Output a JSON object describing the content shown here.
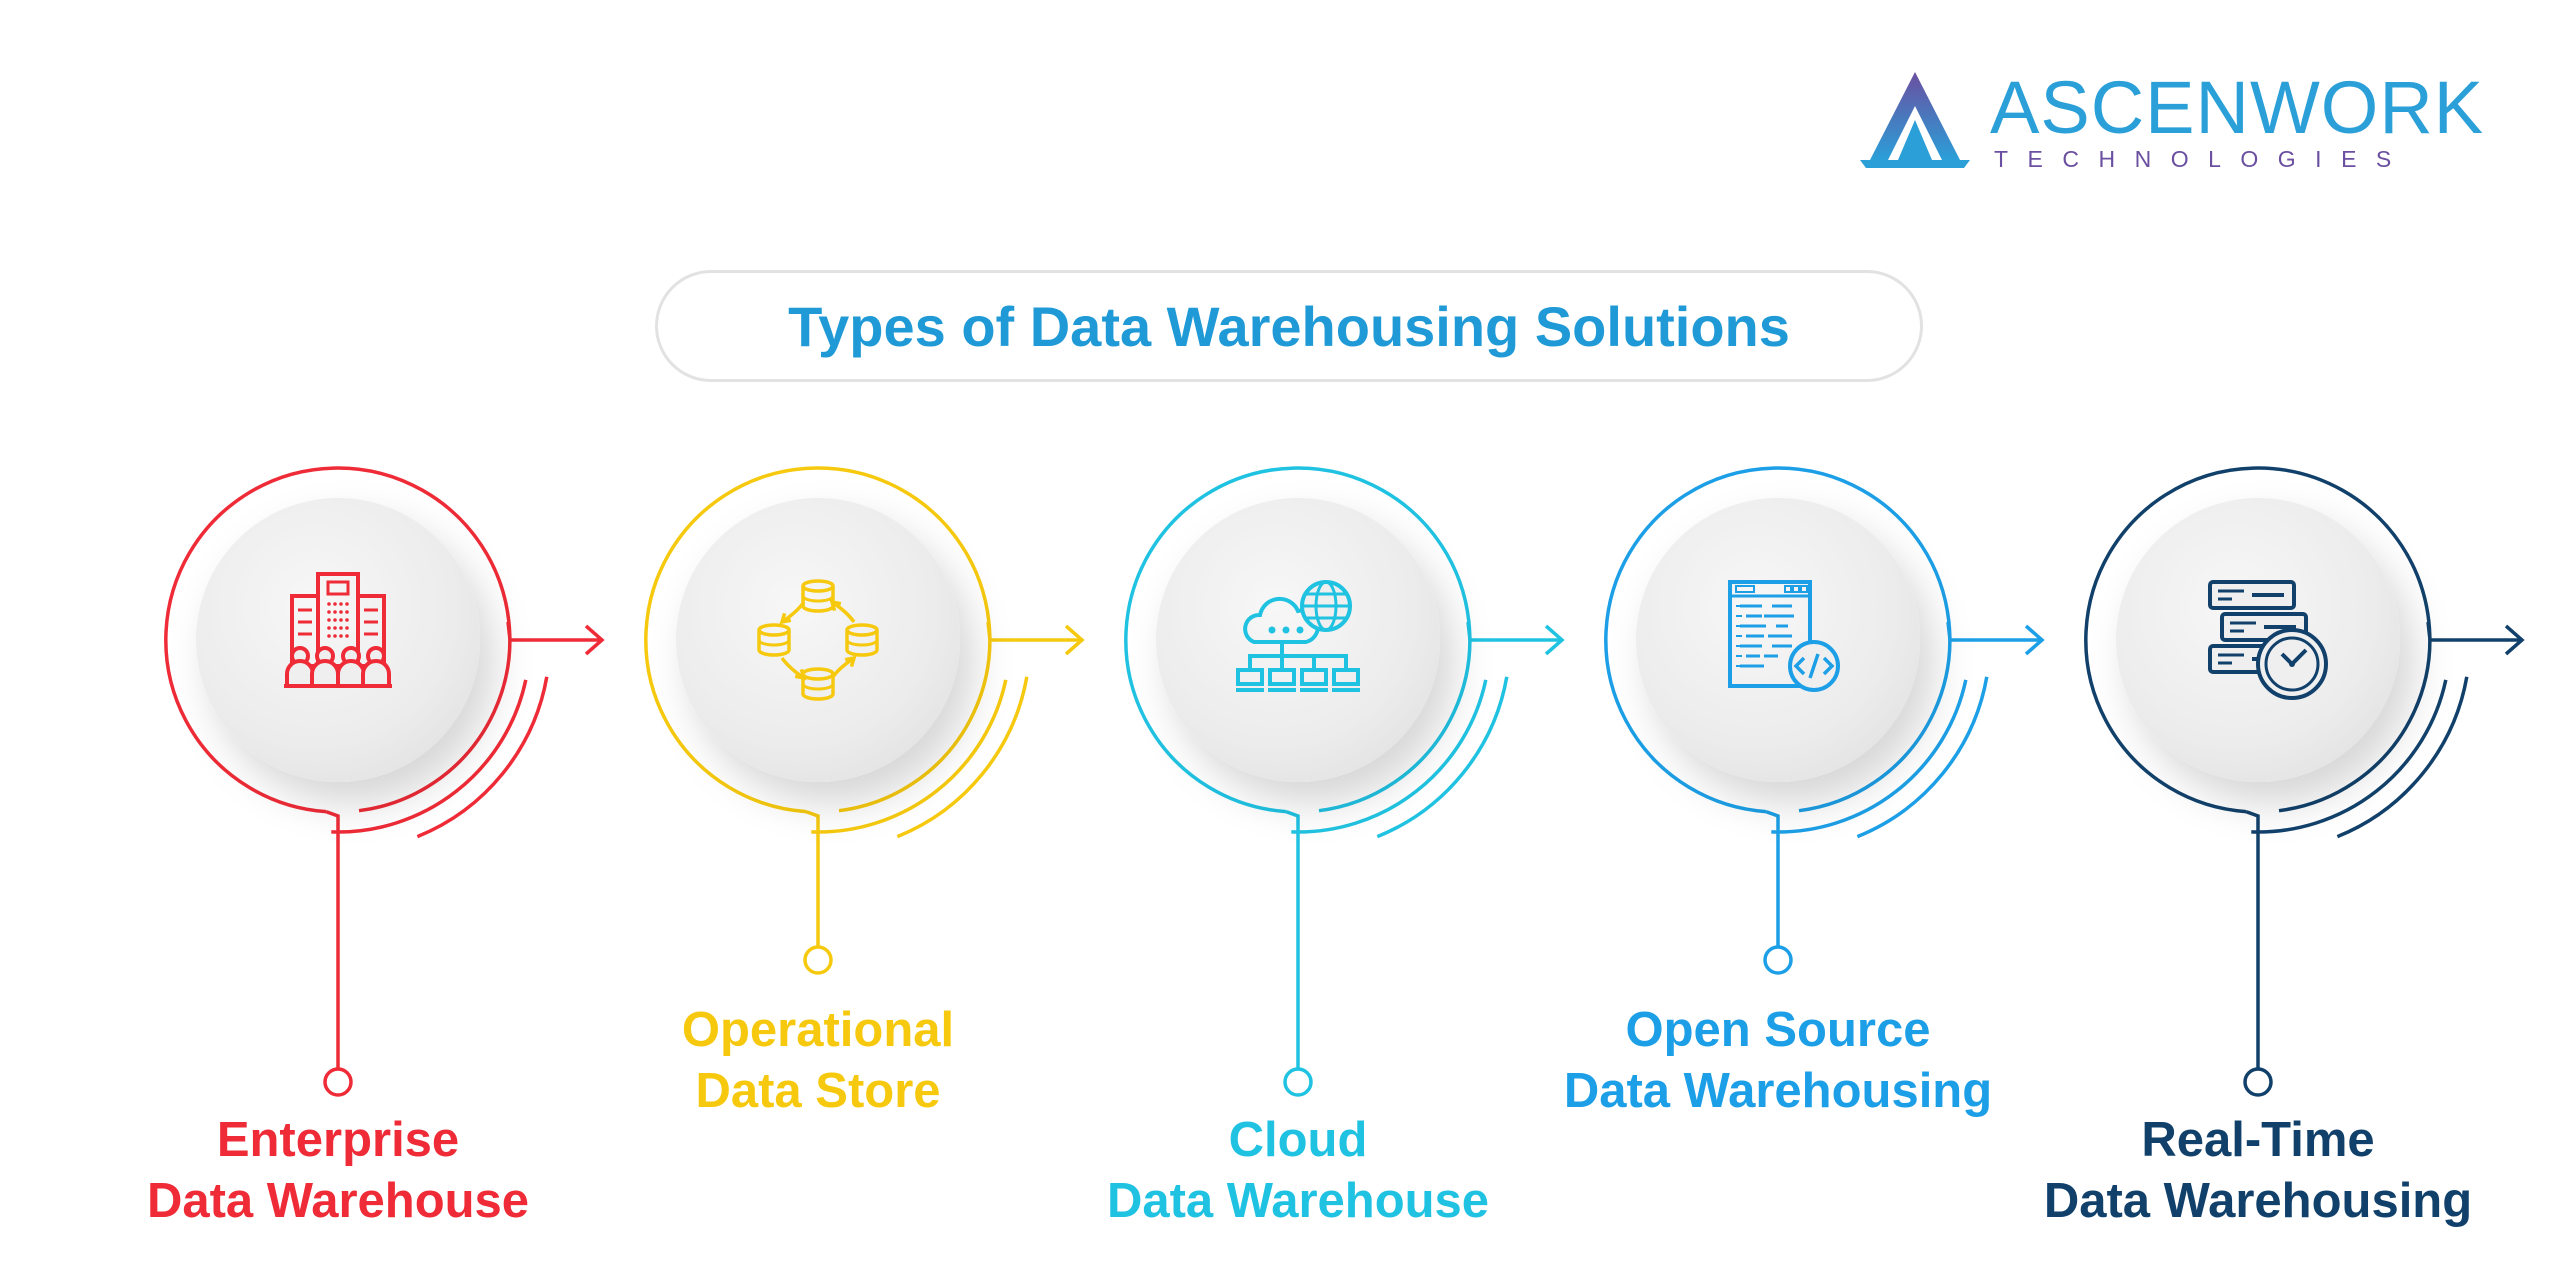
{
  "logo": {
    "name": "ASCENWORK",
    "tagline": "TECHNOLOGIES",
    "colors": {
      "primary": "#2a9fd8",
      "secondary": "#6b4fa0"
    }
  },
  "title": "Types of Data Warehousing Solutions",
  "steps": [
    {
      "line1": "Enterprise",
      "line2": "Data Warehouse",
      "icon": "office-building-team-icon",
      "color": "#ee2b36"
    },
    {
      "line1": "Operational",
      "line2": "Data Store",
      "icon": "database-cycle-icon",
      "color": "#f6c90e"
    },
    {
      "line1": "Cloud",
      "line2": "Data Warehouse",
      "icon": "cloud-network-globe-icon",
      "color": "#20c2e2"
    },
    {
      "line1": "Open Source",
      "line2": "Data Warehousing",
      "icon": "source-code-document-icon",
      "color": "#1c9fe6"
    },
    {
      "line1": "Real-Time",
      "line2": "Data Warehousing",
      "icon": "server-clock-icon",
      "color": "#11416b"
    }
  ]
}
